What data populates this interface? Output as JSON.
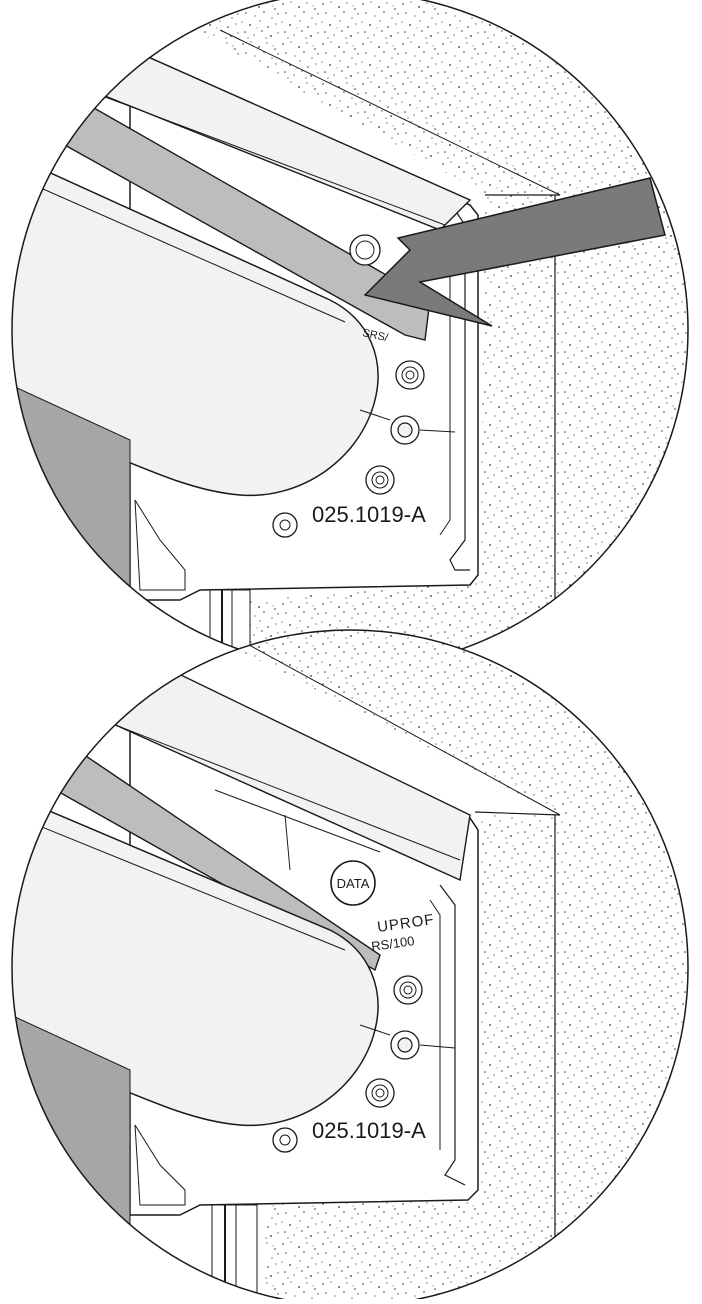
{
  "colors": {
    "stroke": "#1a1a1a",
    "body_fill": "#f2f2f2",
    "panel_fill": "#ffffff",
    "shadow_fill": "#a6a6a6",
    "strip_fill": "#bdbdbd",
    "arrow_fill": "#7a7a7a",
    "wall_speckle": "#333333"
  },
  "detail_top": {
    "part_number": "025.1019-A",
    "partial_label": "SRS/",
    "arrow": "push-direction-arrow"
  },
  "detail_bottom": {
    "part_number": "025.1019-A",
    "badge_label": "DATA",
    "brand_label": "UPROF",
    "model_label": "RS/100"
  }
}
